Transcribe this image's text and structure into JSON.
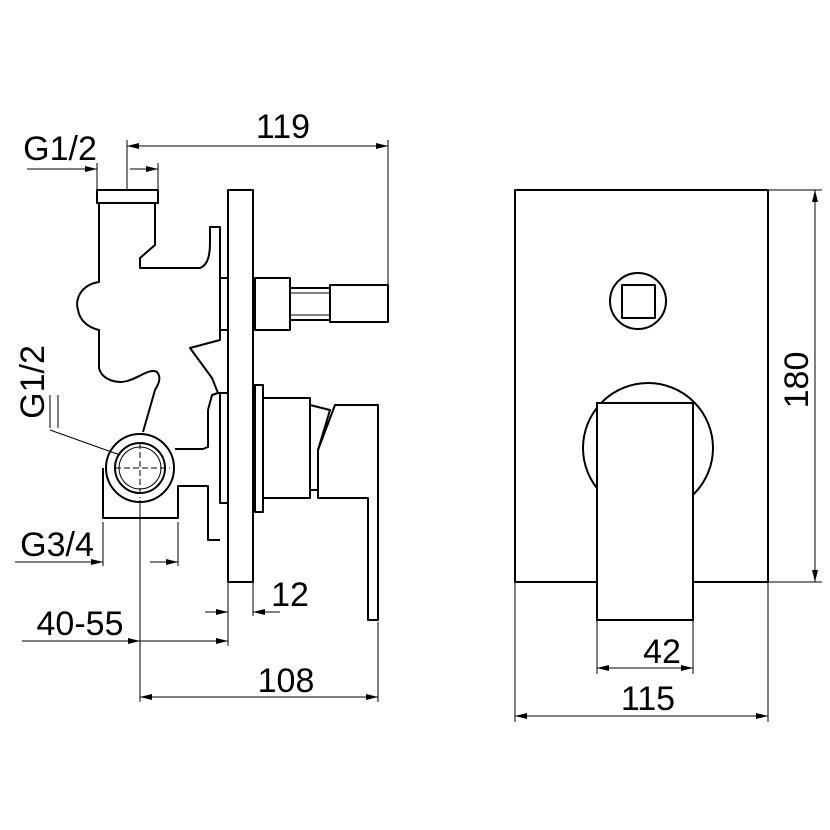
{
  "dimensions": {
    "depth_total": "119",
    "top_inlet": "G1/2",
    "side_outlet": "G1/2",
    "bottom_inlet": "G3/4",
    "plate_thickness": "12",
    "wall_depth": "40-55",
    "body_depth": "108",
    "height": "180",
    "lever_width": "42",
    "width": "115"
  }
}
